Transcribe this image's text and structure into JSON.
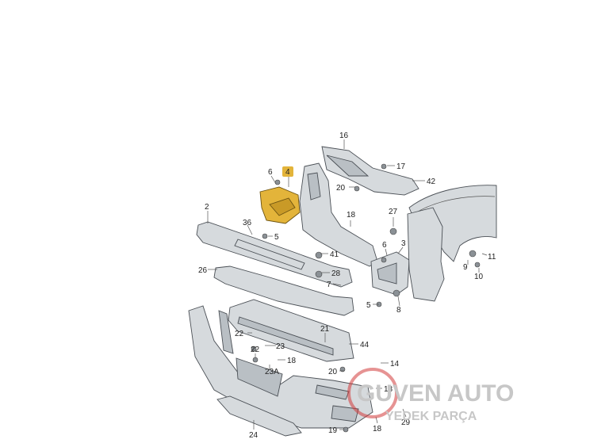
{
  "diagram": {
    "callouts": [
      {
        "id": "c16",
        "text": "16"
      },
      {
        "id": "c17",
        "text": "17"
      },
      {
        "id": "c42",
        "text": "42"
      },
      {
        "id": "c6a",
        "text": "6"
      },
      {
        "id": "c4",
        "text": "4"
      },
      {
        "id": "c20a",
        "text": "20"
      },
      {
        "id": "c2",
        "text": "2"
      },
      {
        "id": "c36",
        "text": "36"
      },
      {
        "id": "c18a",
        "text": "18"
      },
      {
        "id": "c27",
        "text": "27"
      },
      {
        "id": "c5a",
        "text": "5"
      },
      {
        "id": "c6b",
        "text": "6"
      },
      {
        "id": "c3",
        "text": "3"
      },
      {
        "id": "c41",
        "text": "41"
      },
      {
        "id": "c26",
        "text": "26"
      },
      {
        "id": "c28",
        "text": "28"
      },
      {
        "id": "c7",
        "text": "7"
      },
      {
        "id": "c9",
        "text": "9"
      },
      {
        "id": "c11",
        "text": "11"
      },
      {
        "id": "c10",
        "text": "10"
      },
      {
        "id": "c5b",
        "text": "5"
      },
      {
        "id": "c8",
        "text": "8"
      },
      {
        "id": "c21",
        "text": "21"
      },
      {
        "id": "c22a",
        "text": "22"
      },
      {
        "id": "c23",
        "text": "23"
      },
      {
        "id": "c22b",
        "text": "22"
      },
      {
        "id": "c44",
        "text": "44"
      },
      {
        "id": "c18b",
        "text": "18"
      },
      {
        "id": "c23A",
        "text": "23A"
      },
      {
        "id": "c20b",
        "text": "20"
      },
      {
        "id": "c14",
        "text": "14"
      },
      {
        "id": "c13",
        "text": "13"
      },
      {
        "id": "c24",
        "text": "24"
      },
      {
        "id": "c19",
        "text": "19"
      },
      {
        "id": "c18c",
        "text": "18"
      },
      {
        "id": "c29",
        "text": "29"
      }
    ],
    "highlight_color": "#e3b43a"
  },
  "watermark": {
    "line1": "GUVEN AUTO",
    "line2": "YEDEK PARÇA"
  }
}
